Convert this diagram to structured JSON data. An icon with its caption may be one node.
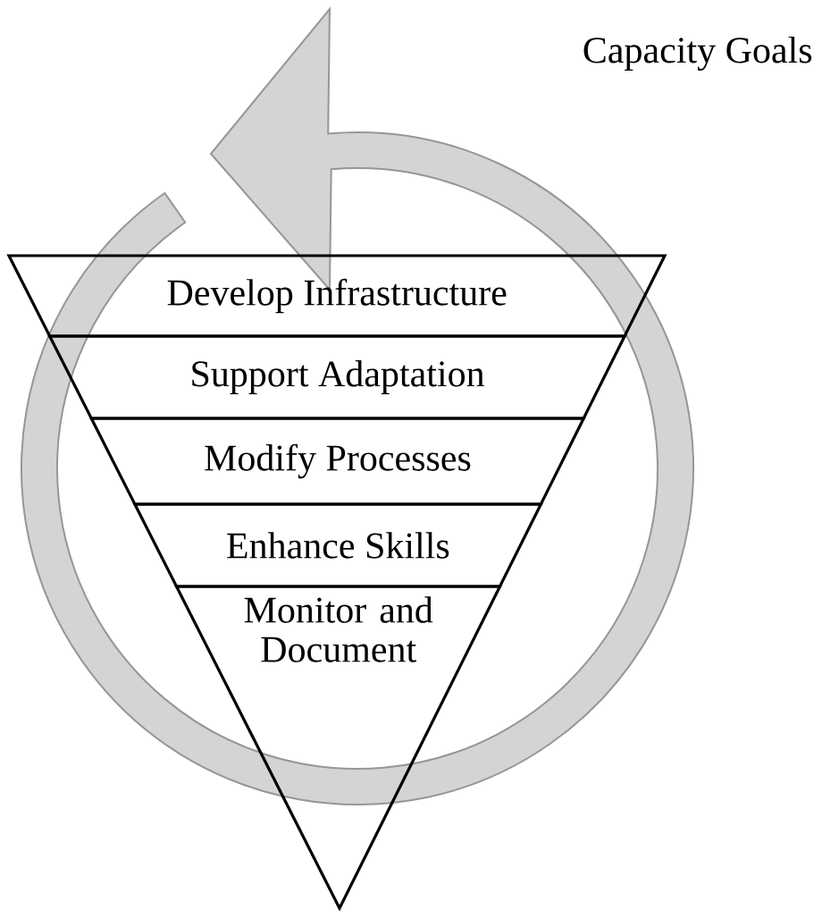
{
  "diagram": {
    "nodes": [
      {
        "text": [
          "Develop Infrastructure"
        ]
      },
      {
        "text": [
          "Support Adaptation"
        ]
      },
      {
        "text": [
          "Modify Processes"
        ]
      },
      {
        "text": [
          "Enhance Skills"
        ]
      },
      {
        "text": [
          "Monitor and Document"
        ]
      }
    ],
    "labels": [
      "Capacity Goals"
    ]
  }
}
